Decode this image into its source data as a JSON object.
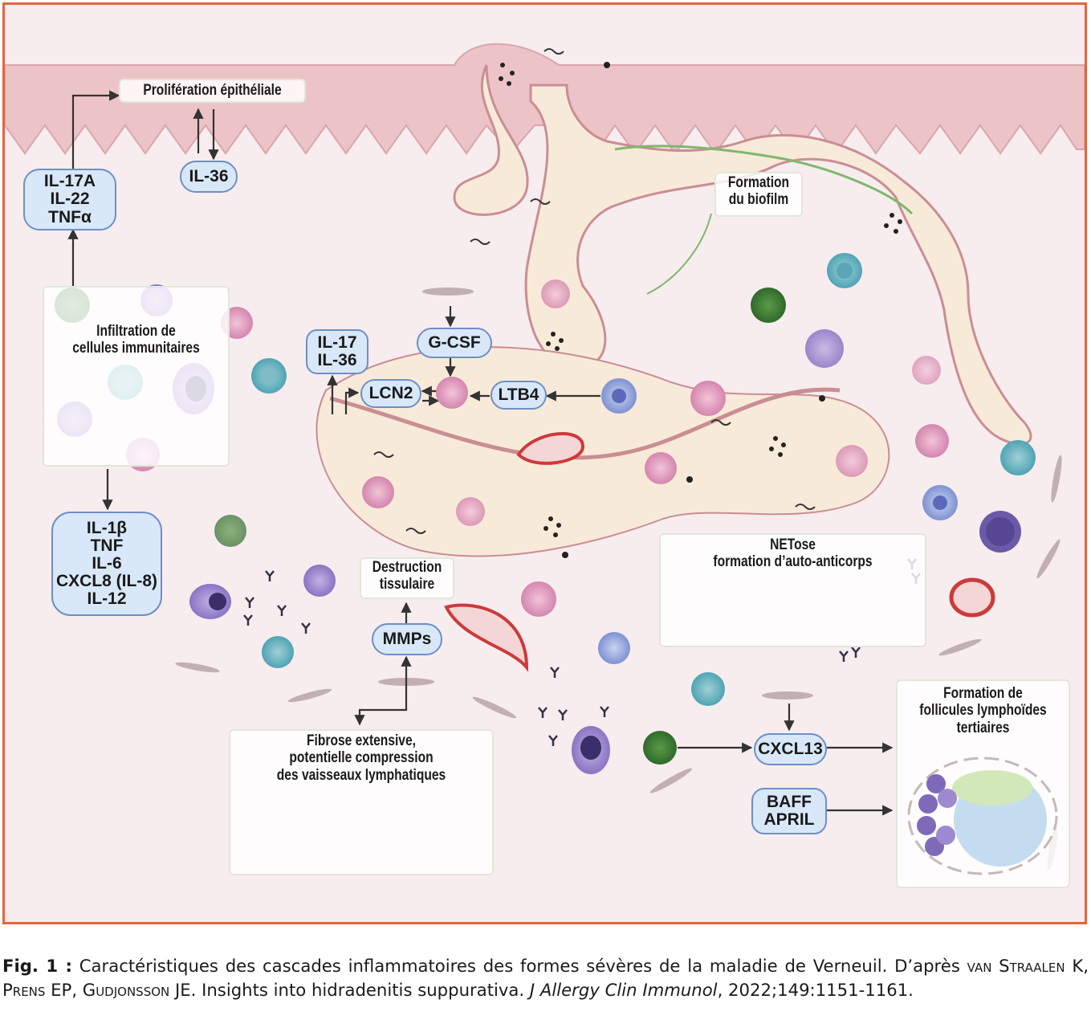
{
  "labels": {
    "proliferation": "Prolifération épithéliale",
    "il36_top": "IL-36",
    "il17a_group": [
      "IL-17A",
      "IL-22",
      "TNFα"
    ],
    "infiltration": [
      "Infiltration de",
      "cellules immunitaires"
    ],
    "cytokines_group": [
      "IL-1β",
      "TNF",
      "IL-6",
      "CXCL8 (IL-8)",
      "IL-12"
    ],
    "biofilm": [
      "Formation",
      "du biofilm"
    ],
    "il17_il36": [
      "IL-17",
      "IL-36"
    ],
    "gcsf": "G-CSF",
    "lcn2": "LCN2",
    "ltb4": "LTB4",
    "destruction": [
      "Destruction",
      "tissulaire"
    ],
    "mmps": "MMPs",
    "fibrose": [
      "Fibrose extensive,",
      "potentielle compression",
      "des vaisseaux lymphatiques"
    ],
    "netose": [
      "NETose",
      "formation d’auto-anticorps"
    ],
    "follicules": [
      "Formation de",
      "follicules lymphoïdes",
      "tertiaires"
    ],
    "cxcl13": "CXCL13",
    "baff_april": [
      "BAFF",
      "APRIL"
    ]
  },
  "caption": {
    "fig_label": "Fig. 1 :",
    "text": " Caractéristiques des cascades inflammatoires des formes sévères de la maladie de Verneuil. D’après ",
    "authors": "van Straalen K, Prens EP, Gudjonsson JE",
    "title_text": ". Insights into hidradenitis suppurativa. ",
    "journal": "J Allergy Clin Immunol",
    "ref": ", 2022;149:1151-1161."
  },
  "colors": {
    "frame": "#e8643a",
    "background": "#f7ecee",
    "epidermis": "#ecc4c8",
    "pill_fill": "#d8e8f8",
    "pill_border": "#6f8fc4",
    "tunnel": "#f8ead9",
    "vessel": "#cc3a3a"
  }
}
